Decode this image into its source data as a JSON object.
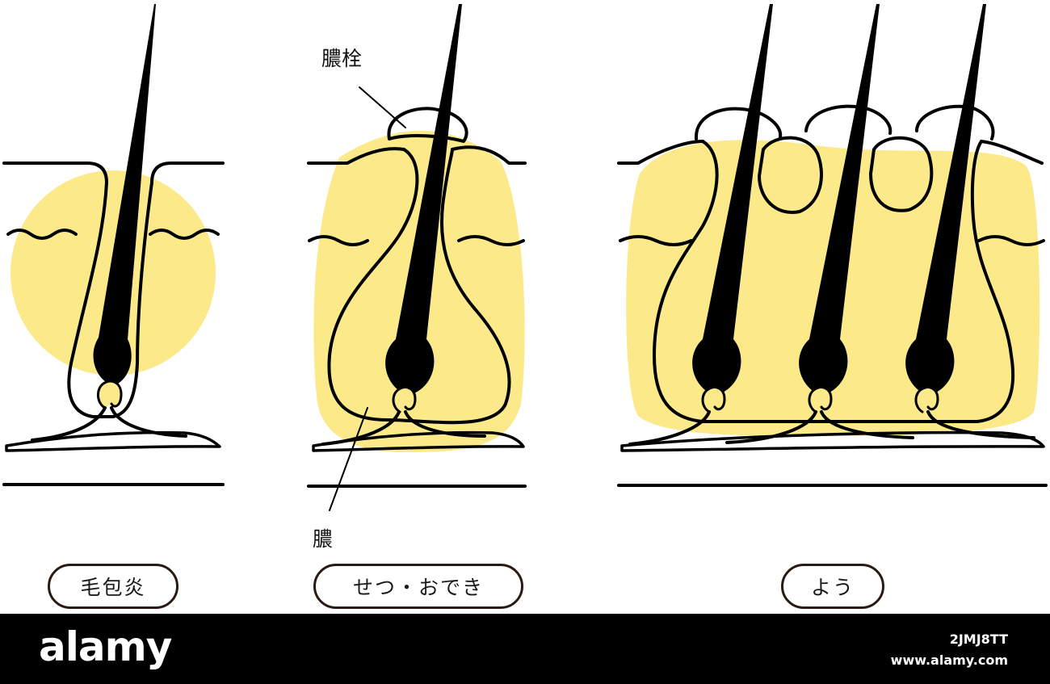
{
  "labels": {
    "pus_plug": "膿栓",
    "pus": "膿"
  },
  "panels": [
    {
      "name": "毛包炎"
    },
    {
      "name": "せつ・おでき"
    },
    {
      "name": "よう"
    }
  ],
  "footer": {
    "brand": "alamy",
    "image_id": "2JMJ8TT",
    "url": "www.alamy.com"
  },
  "colors": {
    "inflammation": "#fce98a",
    "line": "#000000",
    "footer_bg": "#000000"
  }
}
